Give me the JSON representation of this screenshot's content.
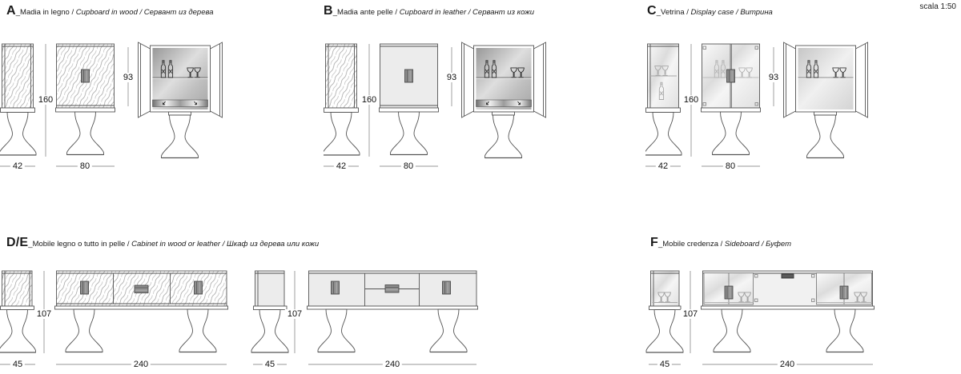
{
  "scale_label": "scala 1:50",
  "colors": {
    "line_art": "#555555",
    "dim_line": "#979797",
    "text": "#1a1a1a",
    "handle_fill": "#8e8e8e",
    "background": "#ffffff"
  },
  "sections": {
    "a": {
      "letter": "A",
      "label_it": "_Madia in legno / ",
      "label_en": "Cupboard in wood",
      "label_ru": " / Сервант из дерева",
      "dims": {
        "depth": "42",
        "width": "80",
        "height": "160",
        "inner_height": "93"
      }
    },
    "b": {
      "letter": "B",
      "label_it": "_Madia ante pelle / ",
      "label_en": "Cupboard in leather",
      "label_ru": " / Сервант из кожи",
      "dims": {
        "depth": "42",
        "width": "80",
        "height": "160",
        "inner_height": "93"
      }
    },
    "c": {
      "letter": "C",
      "label_it": "_Vetrina / ",
      "label_en": "Display case",
      "label_ru": " / Витрина",
      "dims": {
        "depth": "42",
        "width": "80",
        "height": "160",
        "inner_height": "93"
      }
    },
    "de": {
      "letter": "D/E",
      "label_it": "_Mobile legno o tutto in pelle / ",
      "label_en": "Cabinet in wood or leather",
      "label_ru": " / Шкаф из дерева или кожи",
      "dims": {
        "depth": "45",
        "width": "240",
        "height": "107"
      }
    },
    "f": {
      "letter": "F",
      "label_it": "_Mobile credenza / ",
      "label_en": "Sideboard",
      "label_ru": " / Буфет",
      "dims": {
        "depth": "45",
        "width": "240",
        "height": "107"
      }
    }
  }
}
